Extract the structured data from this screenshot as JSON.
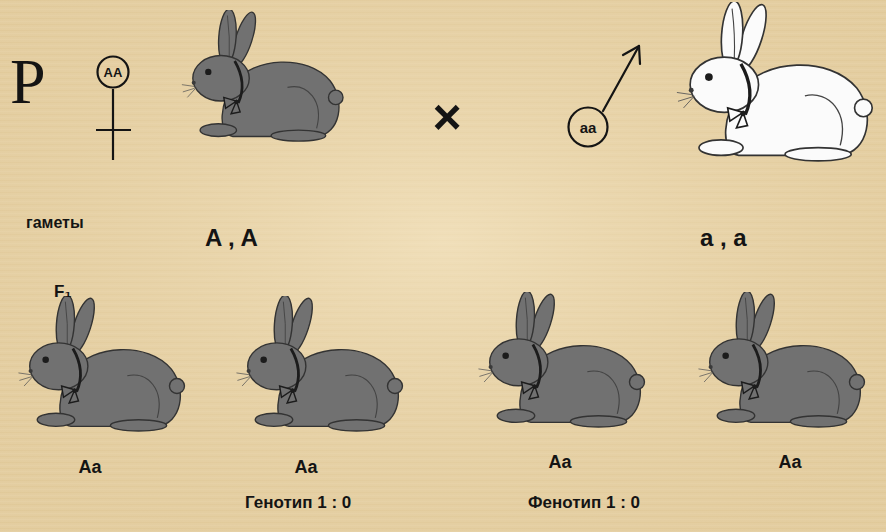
{
  "diagram": {
    "nodes": [
      {
        "text": [
          "AA"
        ]
      },
      {
        "text": [
          "aa"
        ]
      }
    ],
    "labels": [
      "P",
      "×",
      "гаметы",
      "A , A",
      "a , a",
      "F₁",
      "Aa",
      "Aa",
      "Aa",
      "Aa",
      "Генотип 1 : 0",
      "Фенотип 1 : 0"
    ]
  }
}
